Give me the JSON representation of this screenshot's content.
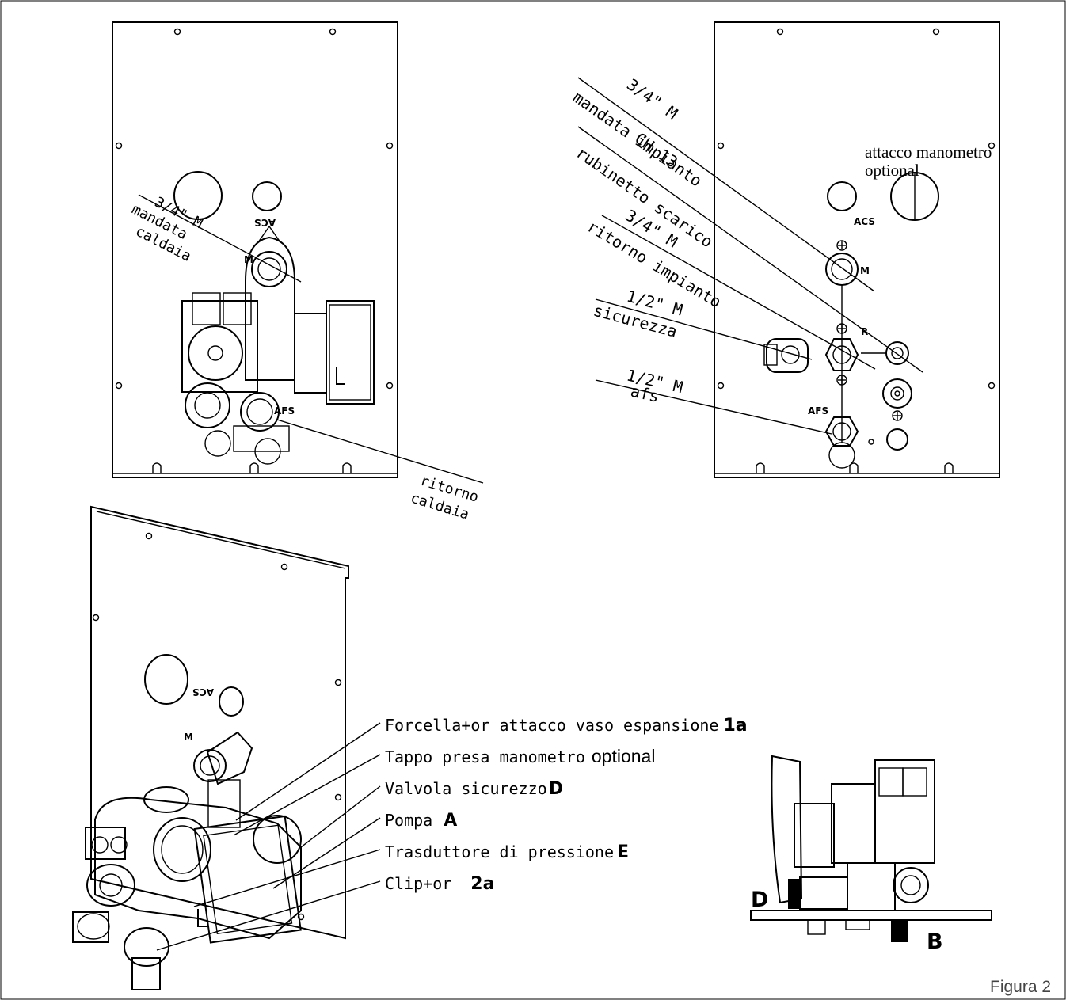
{
  "panel_back": {
    "label_mandata_size": "3/4\" M",
    "label_mandata": "mandata",
    "label_caldaia": "caldaia",
    "label_ritorno": "ritorno",
    "label_ritorno_caldaia": "caldaia",
    "mark_m": "M",
    "mark_acs": "ACS",
    "mark_afs": "AFS"
  },
  "panel_front": {
    "label_mandata_size": "3/4\" M",
    "label_mandata_impianto": "mandata impianto",
    "label_ch13": "CH 13",
    "label_rubinetto": "rubinetto scarico",
    "label_ritorno_size": "3/4\" M",
    "label_ritorno_impianto": "ritorno impianto",
    "label_sicurezza_size": "1/2\" M",
    "label_sicurezza": "sicurezza",
    "label_afs_size": "1/2\" M",
    "label_afs": "afs",
    "label_manometro_1": "attacco manometro",
    "label_manometro_2": "optional",
    "mark_acs": "ACS",
    "mark_m": "M",
    "mark_r": "R",
    "mark_afs": "AFS"
  },
  "panel_iso": {
    "mark_acs": "ACS",
    "mark_m": "M",
    "callouts": [
      {
        "text": "Forcella+or attacco vaso espansione",
        "code": "1a"
      },
      {
        "text": "Tappo presa manometro",
        "code": "optional"
      },
      {
        "text": "Valvola sicurezzo",
        "code": "D"
      },
      {
        "text": "Pompa",
        "code": "A"
      },
      {
        "text": "Trasduttore di pressione",
        "code": "E"
      },
      {
        "text": "Clip+or",
        "code": "2a"
      }
    ]
  },
  "panel_side": {
    "code_d": "D",
    "code_b": "B"
  },
  "caption": "Figura 2"
}
